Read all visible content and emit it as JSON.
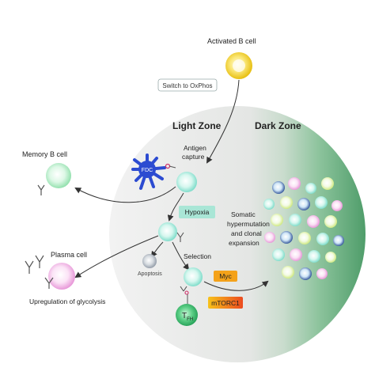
{
  "labels": {
    "activated_b_cell": "Activated B cell",
    "switch_oxphos": "Switch to OxPhos",
    "light_zone": "Light Zone",
    "dark_zone": "Dark Zone",
    "antigen_capture_1": "Antigen",
    "antigen_capture_2": "capture",
    "fdc": "FDC",
    "memory_b_cell": "Memory B cell",
    "hypoxia": "Hypoxia",
    "plasma_cell": "Plasma cell",
    "apoptosis": "Apoptosis",
    "selection": "Selection",
    "myc": "Myc",
    "mtorc1": "mTORC1",
    "tfh_main": "T",
    "tfh_sub": "FH",
    "upregulation_glycolysis": "Upregulation of glycolysis",
    "somatic_1": "Somatic",
    "somatic_2": "hypermutation",
    "somatic_3": "and clonal",
    "somatic_4": "expansion"
  },
  "colors": {
    "germinal_center_light": "#e9e9e9",
    "dark_zone_green": "#5fae7a",
    "activated_b_cell": "#f6d21a",
    "b_cell_teal": "#8fe6d6",
    "memory_cell": "#9ee9b8",
    "plasma_cell": "#f2a7e4",
    "fdc_blue": "#2c4bd1",
    "apoptotic_cell": "#9aa2ad",
    "tfh_green": "#2fb86a",
    "hypoxia_box": "#a9e6d6",
    "myc_box": "#f4a21a",
    "mtorc1_box": "#ee5a24"
  },
  "icons": [
    "antibody-icon",
    "bcr-icon",
    "mhc-icon"
  ]
}
